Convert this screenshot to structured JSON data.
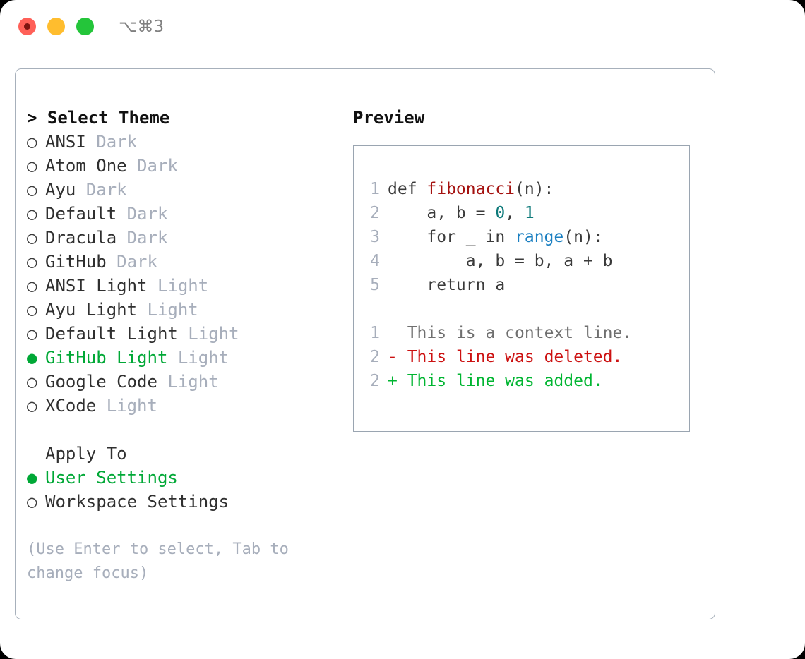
{
  "titlebar": {
    "shortcut": "⌥⌘3",
    "buttons": [
      "close",
      "minimize",
      "zoom"
    ]
  },
  "theme_list": {
    "header": "> Select Theme",
    "items": [
      {
        "bullet": "○",
        "label": "ANSI",
        "category": "Dark",
        "selected": false
      },
      {
        "bullet": "○",
        "label": "Atom One",
        "category": "Dark",
        "selected": false
      },
      {
        "bullet": "○",
        "label": "Ayu",
        "category": "Dark",
        "selected": false
      },
      {
        "bullet": "○",
        "label": "Default",
        "category": "Dark",
        "selected": false
      },
      {
        "bullet": "○",
        "label": "Dracula",
        "category": "Dark",
        "selected": false
      },
      {
        "bullet": "○",
        "label": "GitHub",
        "category": "Dark",
        "selected": false
      },
      {
        "bullet": "○",
        "label": "ANSI Light",
        "category": "Light",
        "selected": false
      },
      {
        "bullet": "○",
        "label": "Ayu Light",
        "category": "Light",
        "selected": false
      },
      {
        "bullet": "○",
        "label": "Default Light",
        "category": "Light",
        "selected": false
      },
      {
        "bullet": "●",
        "label": "GitHub Light",
        "category": "Light",
        "selected": true
      },
      {
        "bullet": "○",
        "label": "Google Code",
        "category": "Light",
        "selected": false
      },
      {
        "bullet": "○",
        "label": "XCode",
        "category": "Light",
        "selected": false
      }
    ]
  },
  "apply_to": {
    "title": "Apply To",
    "items": [
      {
        "bullet": "●",
        "label": "User Settings",
        "selected": true
      },
      {
        "bullet": "○",
        "label": "Workspace Settings",
        "selected": false
      }
    ]
  },
  "hint": "(Use Enter to select, Tab to change focus)",
  "preview": {
    "title": "Preview",
    "code_lines": [
      {
        "num": "1",
        "tokens": [
          {
            "t": "def ",
            "c": "plain"
          },
          {
            "t": "fibonacci",
            "c": "fn"
          },
          {
            "t": "(n):",
            "c": "plain"
          }
        ]
      },
      {
        "num": "2",
        "tokens": [
          {
            "t": "    a, b = ",
            "c": "plain"
          },
          {
            "t": "0",
            "c": "num"
          },
          {
            "t": ", ",
            "c": "plain"
          },
          {
            "t": "1",
            "c": "num"
          }
        ]
      },
      {
        "num": "3",
        "tokens": [
          {
            "t": "    for _ in ",
            "c": "plain"
          },
          {
            "t": "range",
            "c": "kwfn"
          },
          {
            "t": "(n):",
            "c": "plain"
          }
        ]
      },
      {
        "num": "4",
        "tokens": [
          {
            "t": "        a, b = b, a + b",
            "c": "plain"
          }
        ]
      },
      {
        "num": "5",
        "tokens": [
          {
            "t": "    return a",
            "c": "plain"
          }
        ]
      }
    ],
    "diff_lines": [
      {
        "num": "1",
        "marker": "  ",
        "text": "This is a context line.",
        "kind": "context"
      },
      {
        "num": "2",
        "marker": "- ",
        "text": "This line was deleted.",
        "kind": "deleted"
      },
      {
        "num": "2",
        "marker": "+ ",
        "text": "This line was added.",
        "kind": "added"
      }
    ]
  },
  "colors": {
    "accent_green": "#00a836",
    "muted": "#a7aebb",
    "border": "#a7b0bb",
    "preview_border": "#9aa5b1",
    "fn_red": "#a4110f",
    "num_teal": "#0e7a7a",
    "kw_blue": "#1a7fc1",
    "diff_delete": "#cc1111",
    "diff_add": "#00b531",
    "traffic_red": "#ff6058",
    "traffic_yellow": "#ffbd2e",
    "traffic_green": "#24c53a"
  }
}
